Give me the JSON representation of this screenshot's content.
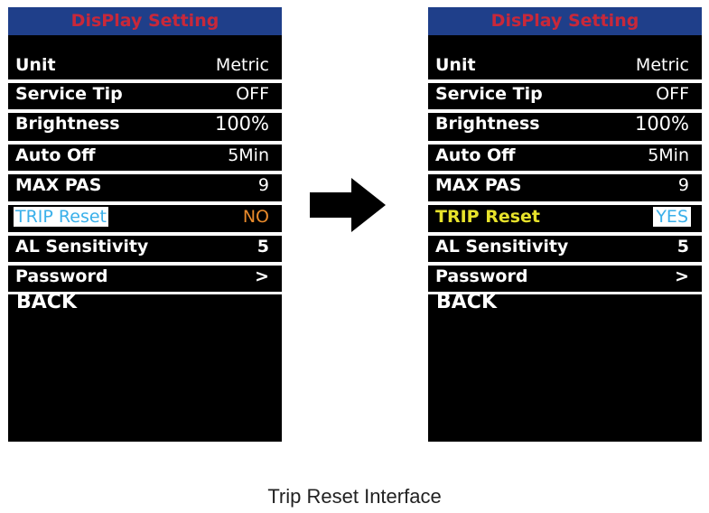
{
  "left": {
    "title": "DisPlay  Setting",
    "unit_label": "Unit",
    "unit_value": "Metric",
    "items": [
      {
        "label": "Service Tip",
        "value": "OFF"
      },
      {
        "label": "Brightness",
        "value": "100%"
      },
      {
        "label": "Auto Off",
        "value": "5Min"
      },
      {
        "label": "MAX PAS",
        "value": "9"
      },
      {
        "label": "TRIP Reset",
        "value": "NO"
      },
      {
        "label": "AL Sensitivity",
        "value": "5"
      },
      {
        "label": "Password",
        "value": ">"
      }
    ],
    "back": "BACK"
  },
  "right": {
    "title": "DisPlay  Setting",
    "unit_label": "Unit",
    "unit_value": "Metric",
    "items": [
      {
        "label": "Service Tip",
        "value": "OFF"
      },
      {
        "label": "Brightness",
        "value": "100%"
      },
      {
        "label": "Auto Off",
        "value": "5Min"
      },
      {
        "label": "MAX PAS",
        "value": "9"
      },
      {
        "label": "TRIP Reset",
        "value": "YES"
      },
      {
        "label": "AL Sensitivity",
        "value": "5"
      },
      {
        "label": "Password",
        "value": ">"
      }
    ],
    "back": "BACK"
  },
  "caption": "Trip Reset Interface",
  "colors": {
    "title_bar": "#1f3f8a",
    "title_text": "#c8283a",
    "selected_text": "#3ab0ea",
    "value_no": "#e98a2b",
    "label_yellow": "#e7e22b"
  },
  "icons": {
    "arrow": "right-arrow-icon"
  }
}
